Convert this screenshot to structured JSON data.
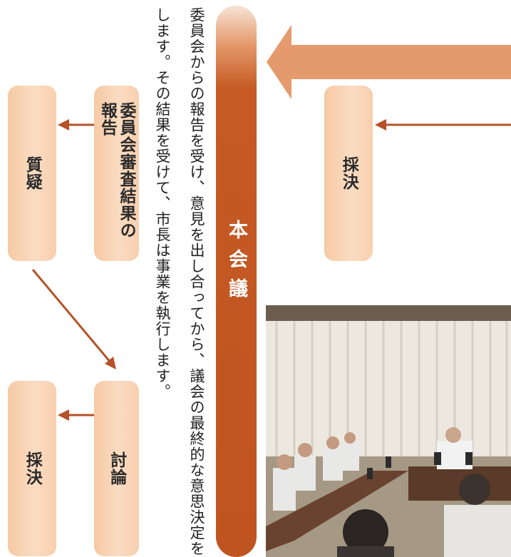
{
  "description": "委員会からの報告を受け、意見を出し合ってから、議会の最終的な意思決定をします。その結果を受けて、市長は事業を執行します。",
  "main": {
    "label": "本会議"
  },
  "steps": {
    "report": "委員会審査結果の報告",
    "question": "質疑",
    "debate": "討論",
    "vote_lower": "採決",
    "vote_upper": "採決"
  },
  "colors": {
    "arrow": "#b55228",
    "big_arrow": "#e59a6d",
    "box": "#f8d3b3",
    "pillar": "#c05521"
  }
}
